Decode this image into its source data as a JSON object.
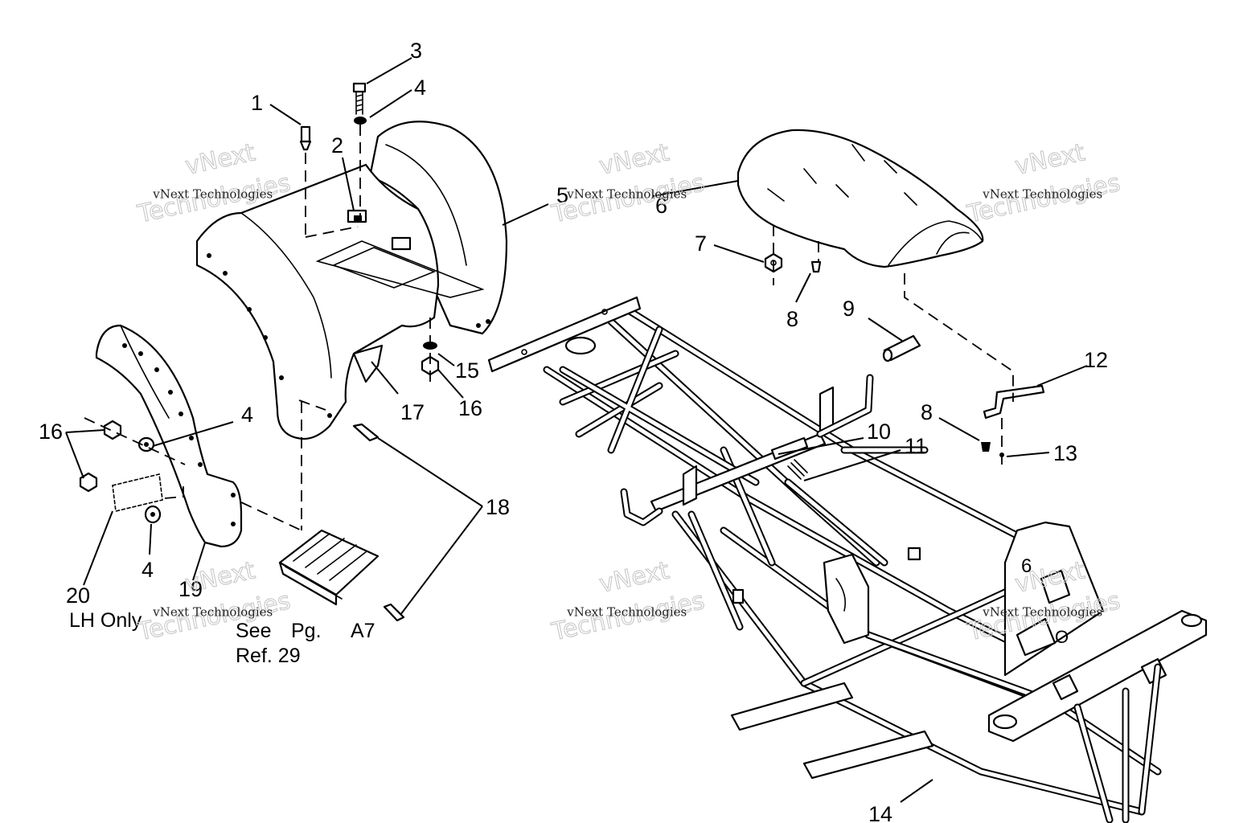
{
  "callouts": {
    "c1": "1",
    "c2": "2",
    "c3": "3",
    "c4a": "4",
    "c4b": "4",
    "c4c": "4",
    "c5": "5",
    "c6": "6",
    "c7": "7",
    "c8a": "8",
    "c8b": "8",
    "c9": "9",
    "c10": "10",
    "c11": "11",
    "c12": "12",
    "c13": "13",
    "c14": "14",
    "c15": "15",
    "c16a": "16",
    "c16b": "16",
    "c17": "17",
    "c18": "18",
    "c19": "19",
    "c20": "20"
  },
  "notes": {
    "lh_only": "LH Only",
    "see": "See",
    "pg": "Pg.",
    "page_ref": "A7",
    "ref": "Ref. 29"
  },
  "watermark": {
    "small": "vNext Technologies",
    "top": "vNext",
    "bottom": "Technologies"
  }
}
